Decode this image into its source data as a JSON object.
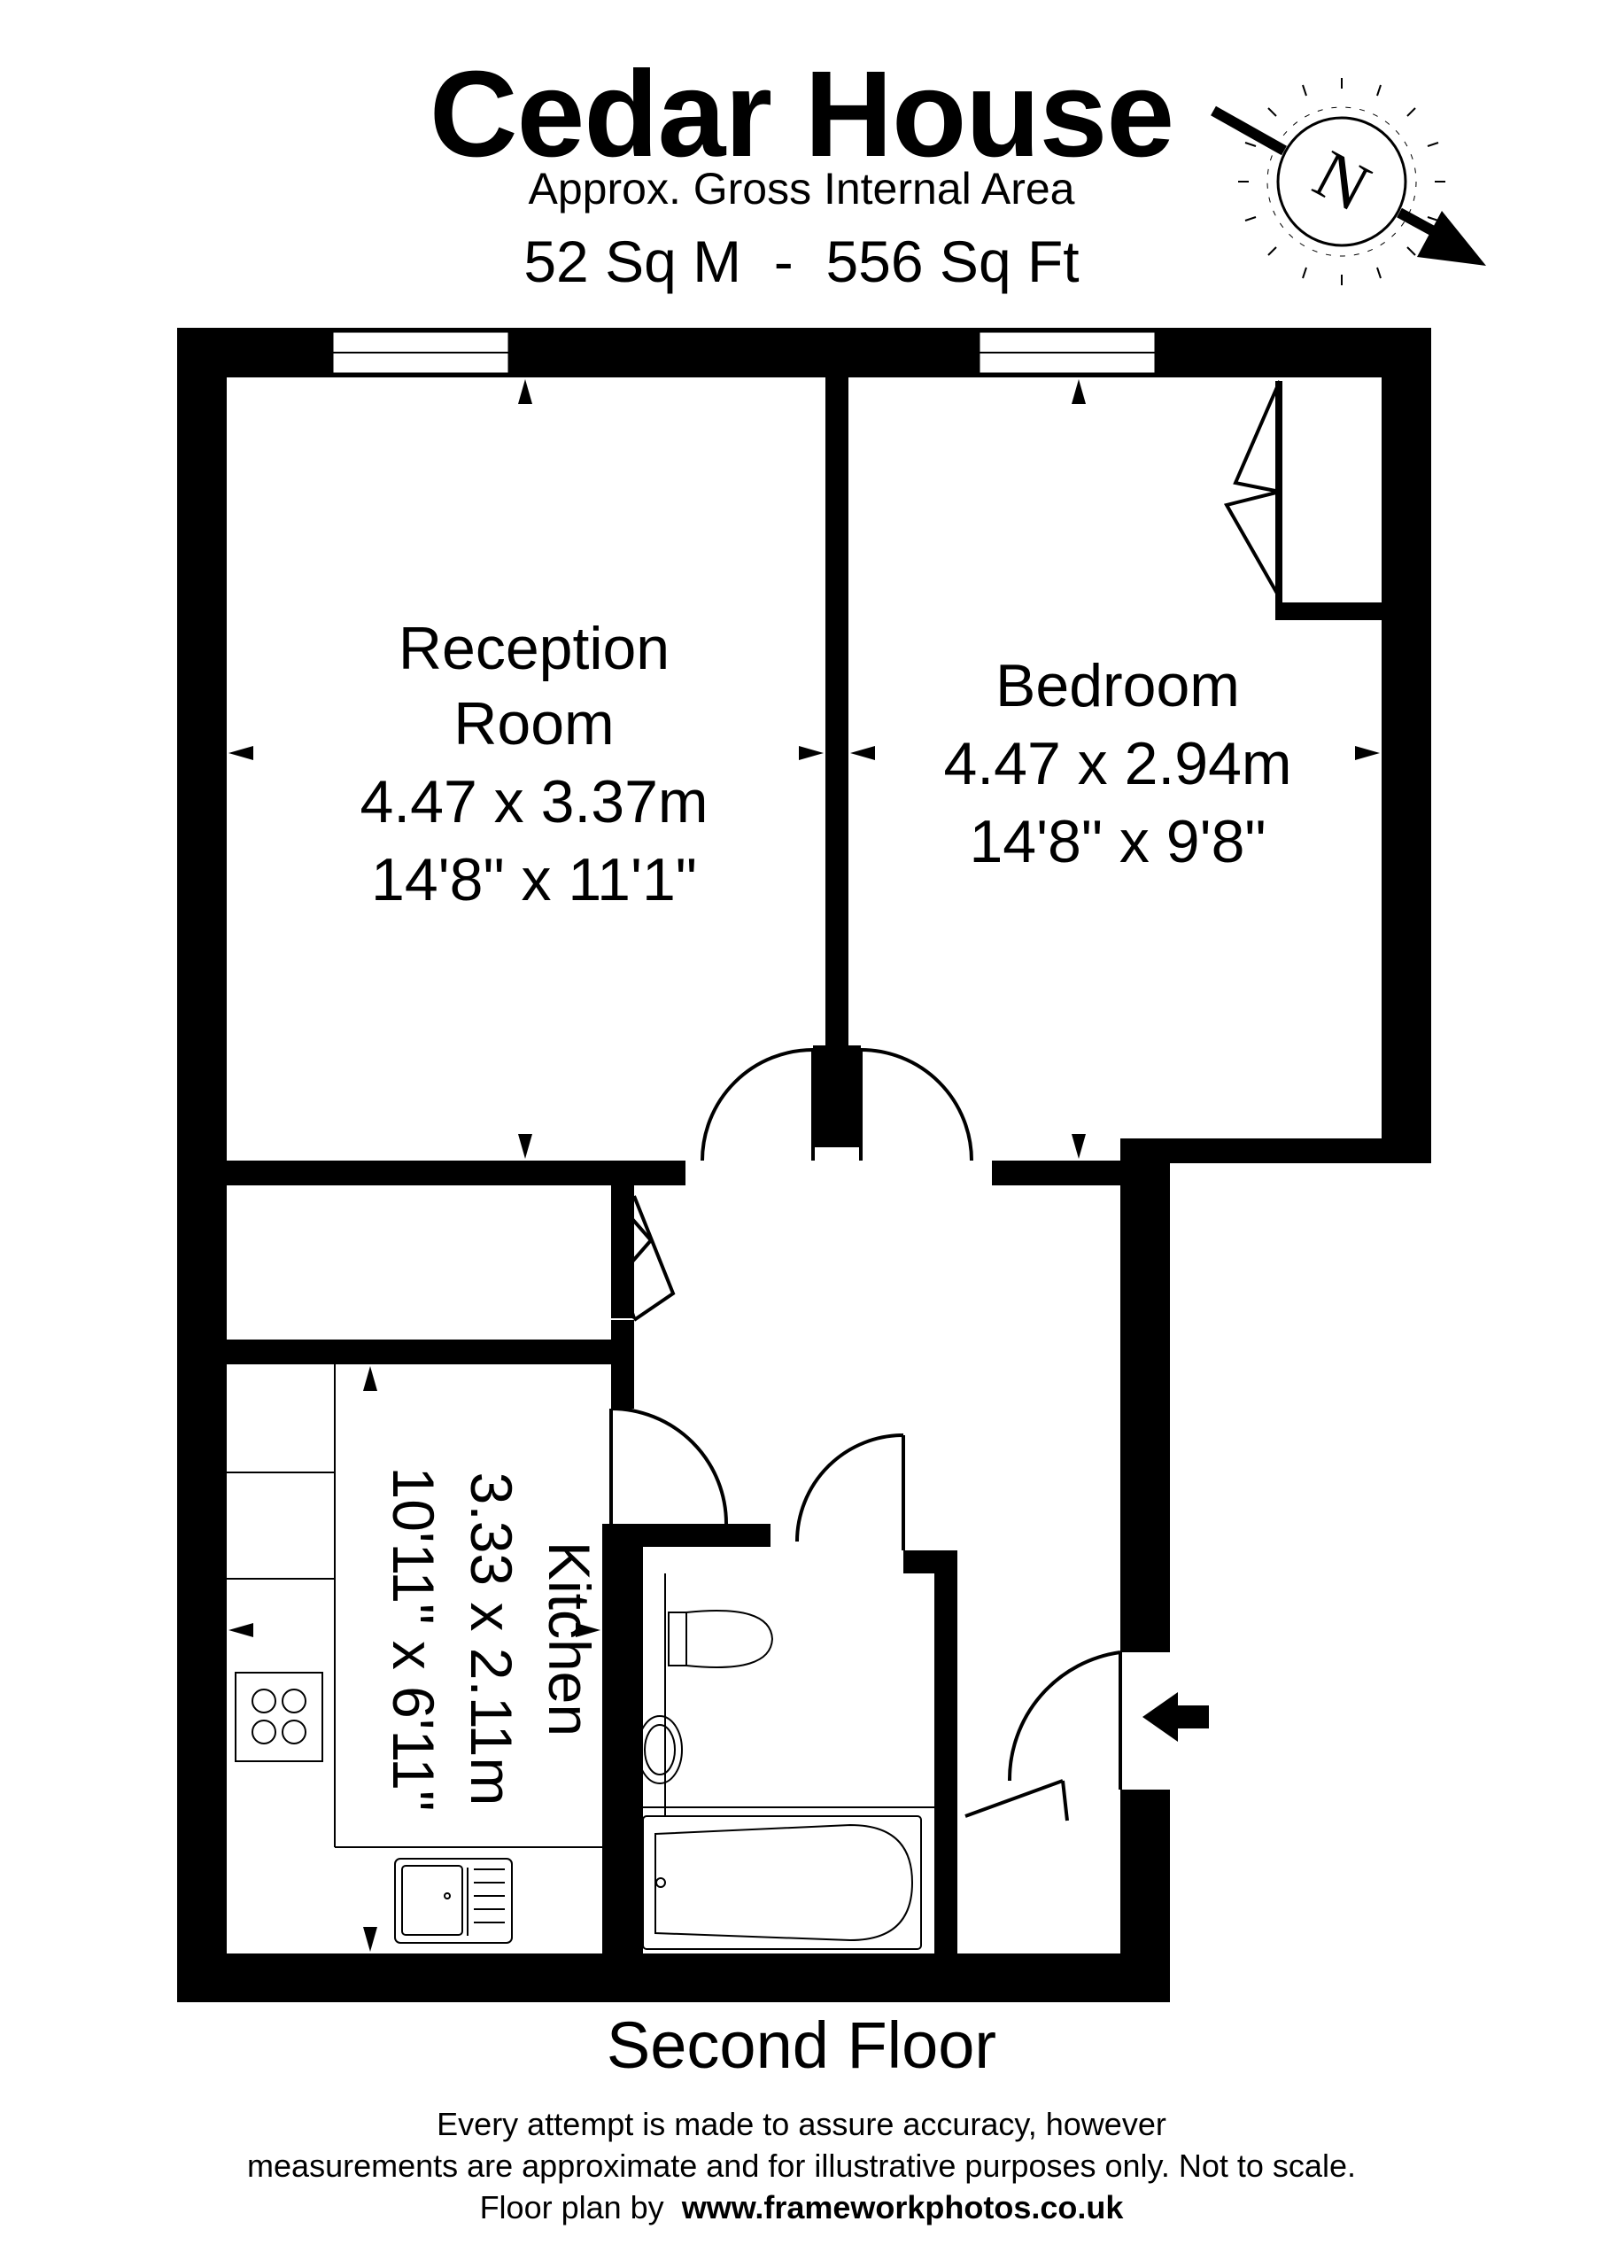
{
  "header": {
    "title": "Cedar House",
    "subtitle": "Approx. Gross Internal Area",
    "area": "52 Sq M  -  556 Sq Ft"
  },
  "compass": {
    "letter": "N"
  },
  "rooms": {
    "reception": {
      "name_line1": "Reception",
      "name_line2": "Room",
      "metric": "4.47 x 3.37m",
      "imperial": "14'8\" x 11'1\""
    },
    "bedroom": {
      "name": "Bedroom",
      "metric": "4.47 x 2.94m",
      "imperial": "14'8\" x 9'8\""
    },
    "kitchen": {
      "name": "Kitchen",
      "metric": "3.33 x 2.11m",
      "imperial": "10'11\" x 6'11\""
    }
  },
  "floor_label": "Second Floor",
  "footer": {
    "line1": "Every attempt is made to assure accuracy, however",
    "line2": "measurements are approximate and for illustrative purposes only. Not to scale.",
    "credit_prefix": "Floor plan by",
    "credit_url": "www.frameworkphotos.co.uk"
  },
  "colors": {
    "wall": "#000000",
    "background": "#ffffff"
  }
}
